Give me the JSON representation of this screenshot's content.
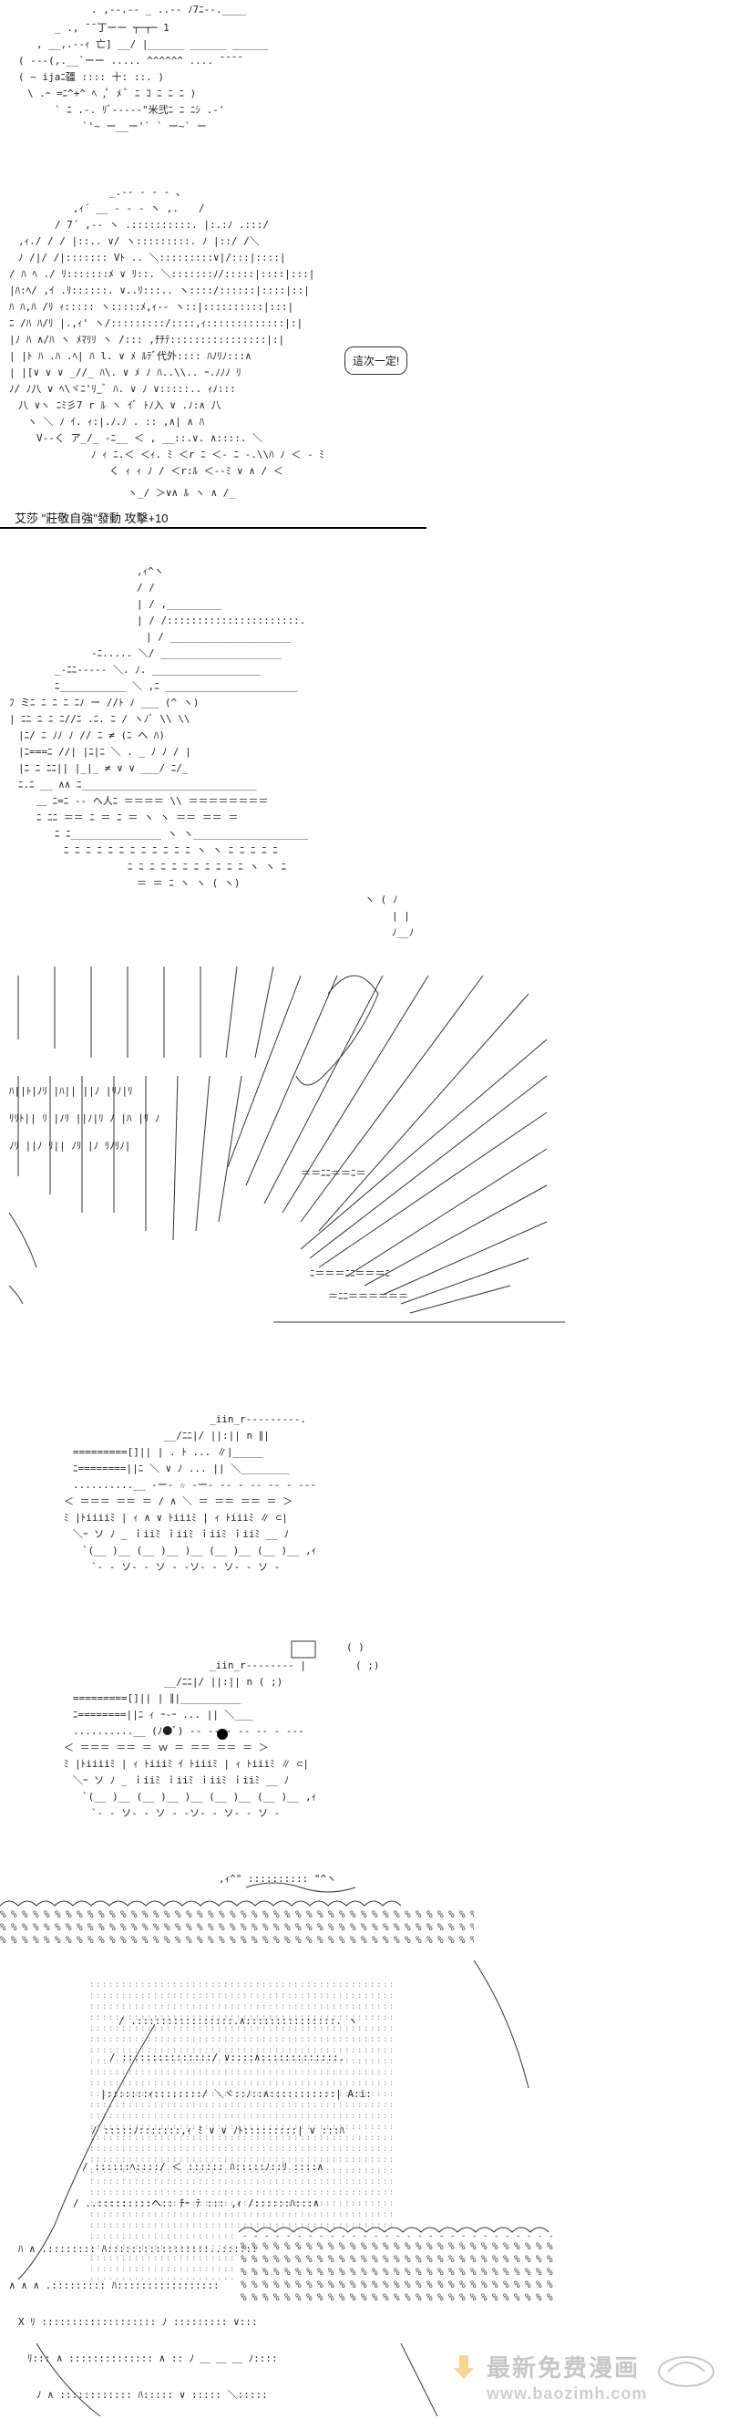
{
  "caption": {
    "skill_line": "艾莎 \"莊敬自強\"發動 攻擊+10"
  },
  "bubble": {
    "text": "這次一定!"
  },
  "watermark": {
    "brand_text": "最新免费漫画",
    "url_text": "www.baozimh.com",
    "icon": "hand-pointing-down-icon"
  },
  "colors": {
    "ink": "#222222",
    "background": "#ffffff",
    "watermark": "#9a9a9a"
  }
}
